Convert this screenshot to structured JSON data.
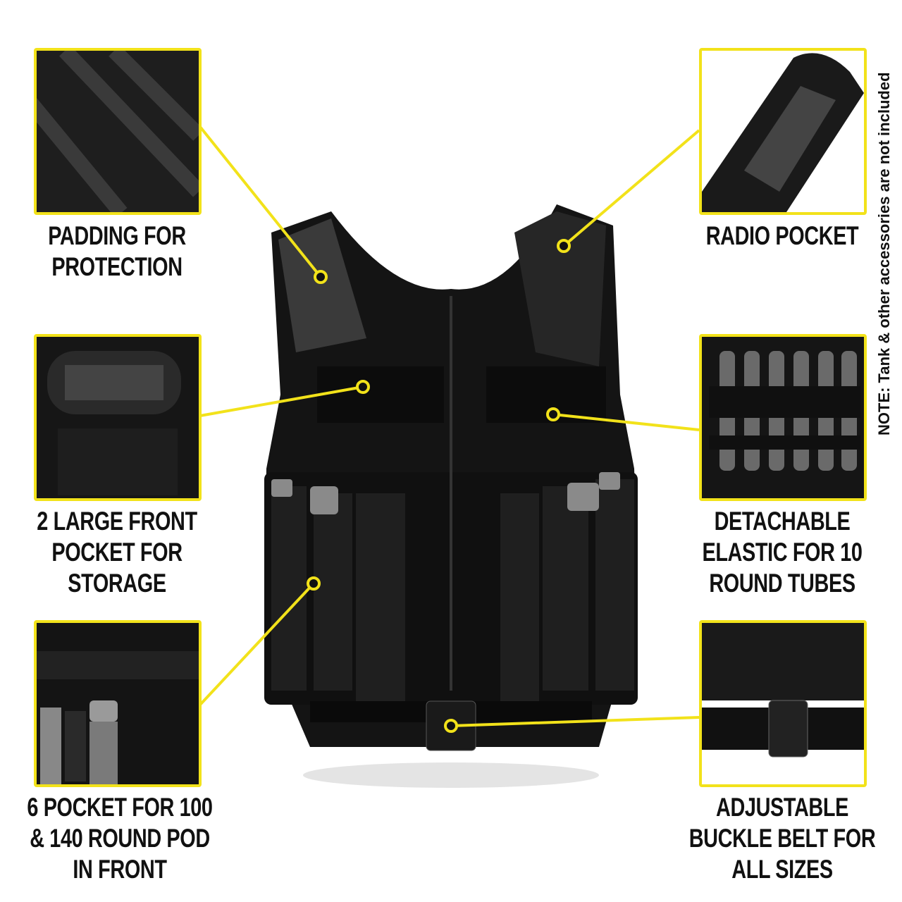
{
  "accent_color": "#f2e21a",
  "note": "NOTE: Tank & other accessories are not included",
  "features": [
    {
      "id": "padding",
      "lines": [
        "PADDING FOR",
        "PROTECTION"
      ],
      "icon": "padding-closeup-image"
    },
    {
      "id": "front-pocket",
      "lines": [
        "2 LARGE FRONT",
        "POCKET FOR",
        "STORAGE"
      ],
      "icon": "front-pocket-closeup-image"
    },
    {
      "id": "pod-pockets",
      "lines": [
        "6 POCKET FOR 100",
        "& 140 ROUND POD",
        "IN FRONT"
      ],
      "icon": "pod-pockets-closeup-image"
    },
    {
      "id": "radio-pocket",
      "lines": [
        "RADIO POCKET"
      ],
      "icon": "radio-pocket-closeup-image"
    },
    {
      "id": "elastic",
      "lines": [
        "DETACHABLE",
        "ELASTIC FOR 10",
        "ROUND TUBES"
      ],
      "icon": "elastic-tubes-closeup-image"
    },
    {
      "id": "belt",
      "lines": [
        "ADJUSTABLE",
        "BUCKLE BELT FOR",
        "ALL SIZES"
      ],
      "icon": "buckle-belt-closeup-image"
    }
  ]
}
